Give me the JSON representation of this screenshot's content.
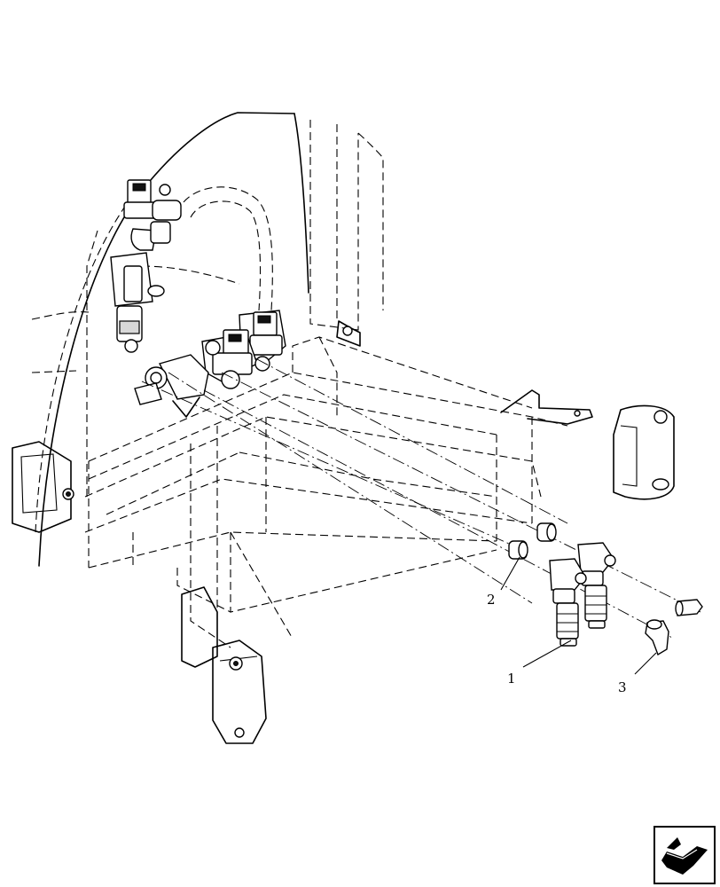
{
  "callouts": [
    {
      "id": "2",
      "label": "2"
    },
    {
      "id": "1",
      "label": "1"
    },
    {
      "id": "3",
      "label": "3"
    }
  ],
  "nav_icon": "next-page-arrow-icon"
}
